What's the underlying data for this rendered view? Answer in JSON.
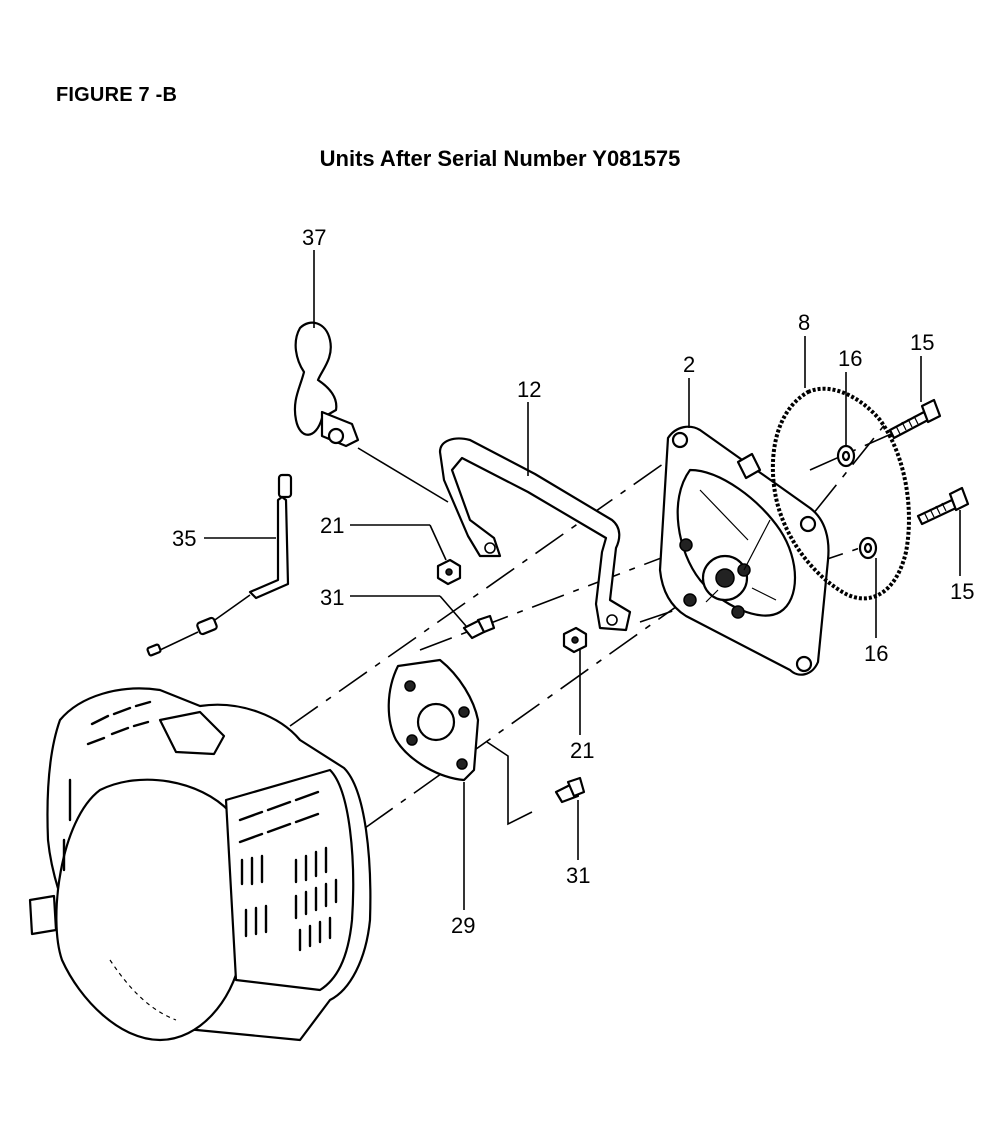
{
  "figure_label": "FIGURE 7 -B",
  "subtitle": "Units After Serial Number Y081575",
  "callouts": {
    "c37": "37",
    "c8": "8",
    "c2": "2",
    "c16_top": "16",
    "c15_top": "15",
    "c12": "12",
    "c21_left": "21",
    "c35": "35",
    "c31_left": "31",
    "c15_right": "15",
    "c16_bottom": "16",
    "c21_bottom": "21",
    "c31_bottom": "31",
    "c29": "29"
  },
  "parts": {
    "p37": "throttle-trigger-icon",
    "p35": "throttle-cable-icon",
    "p12": "handle-bar-icon",
    "p2": "clutch-housing-icon",
    "p8": "gasket-ring-icon",
    "p15": "bolt-icon",
    "p16": "washer-icon",
    "p21": "nut-icon",
    "p31": "screw-icon",
    "p29": "bracket-plate-icon",
    "engine": "engine-icon"
  }
}
